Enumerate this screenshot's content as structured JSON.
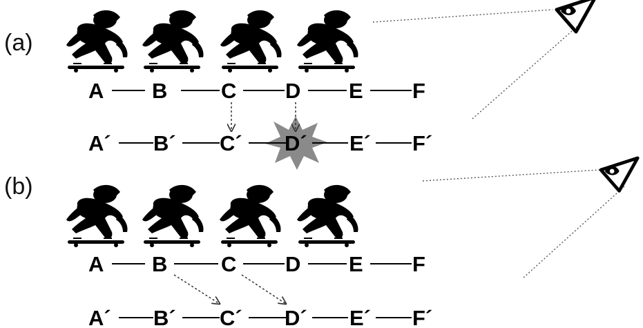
{
  "panels": [
    {
      "label": "(a)",
      "upper_row": [
        "A",
        "B",
        "C",
        "D",
        "E",
        "F"
      ],
      "lower_row": [
        "A´",
        "B´",
        "C´",
        "D´",
        "E´",
        "F´"
      ],
      "highlighted_node": "D´"
    },
    {
      "label": "(b)",
      "upper_row": [
        "A",
        "B",
        "C",
        "D",
        "E",
        "F"
      ],
      "lower_row": [
        "A´",
        "B´",
        "C´",
        "D´",
        "E´",
        "F´"
      ]
    }
  ],
  "colors": {
    "figure": "#000000",
    "burst": "#8a8a8a",
    "arrow": "#333333"
  },
  "icons": [
    "skateboarder-figure",
    "eye-icon",
    "starburst"
  ]
}
